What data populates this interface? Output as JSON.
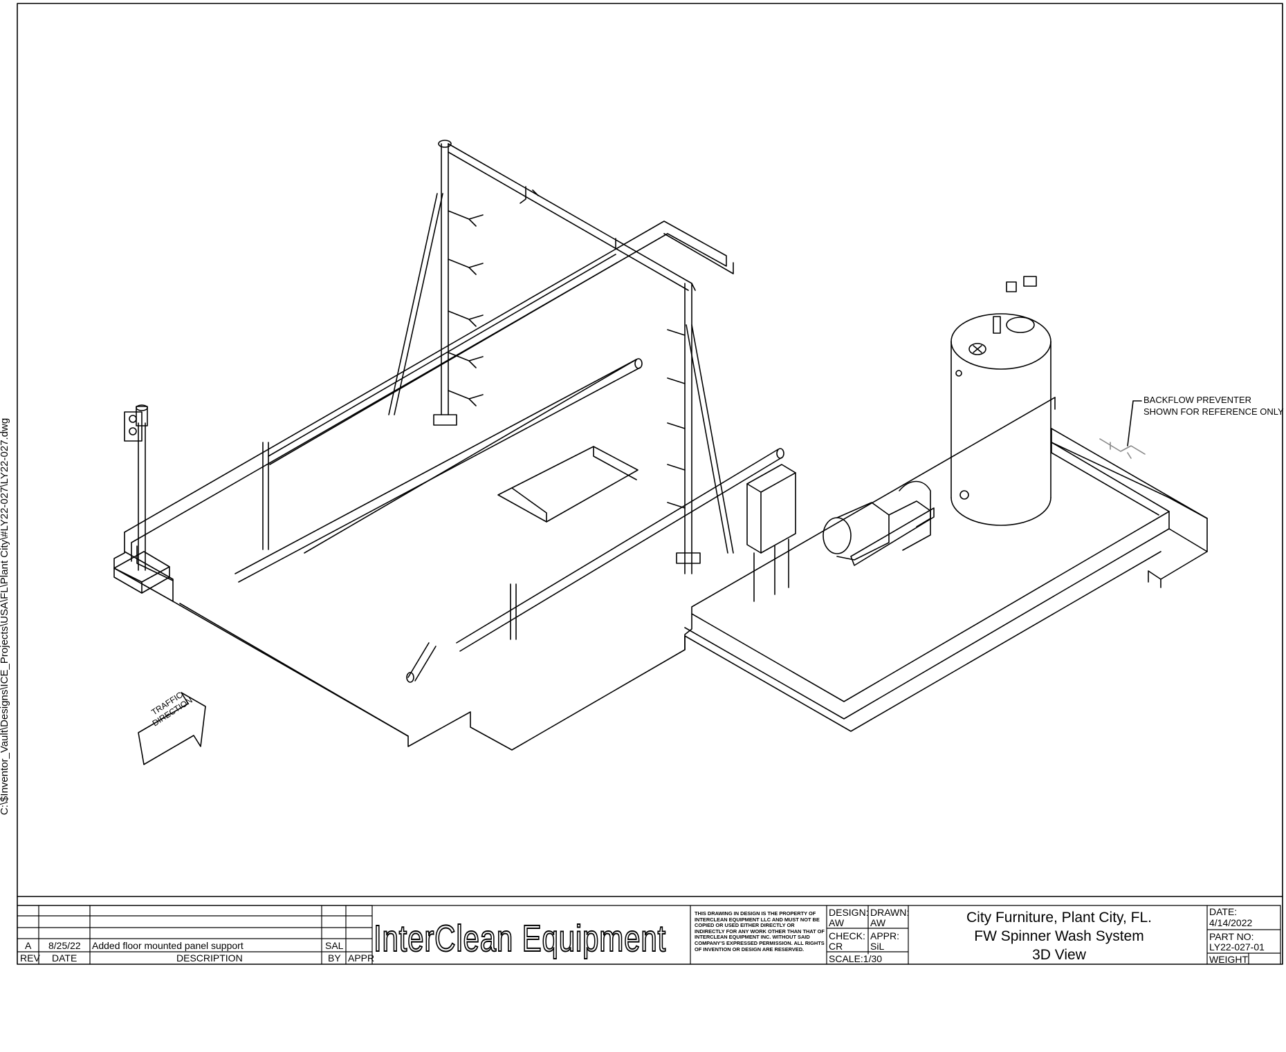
{
  "file_path": "C:\\$Inventor_Vault\\Designs\\ICE_Projects\\USA\\FL\\Plant City\\#LY22-027\\LY22-027.dwg",
  "note": {
    "line1": "BACKFLOW PREVENTER",
    "line2": "SHOWN FOR REFERENCE ONLY"
  },
  "traffic": {
    "line1": "TRAFFIC",
    "line2": "DIRECTION"
  },
  "revision": {
    "rev": "A",
    "date": "8/25/22",
    "description": "Added floor mounted panel support",
    "by": "SAL",
    "headers": {
      "rev": "REV",
      "date": "DATE",
      "description": "DESCRIPTION",
      "by": "BY",
      "appr": "APPR"
    }
  },
  "company": "InterClean Equipment",
  "legal": "THIS DRAWING IN DESIGN IS THE PROPERTY OF INTERCLEAN EQUIPMENT LLC AND MUST NOT BE COPIED OR USED EITHER DIRECTLY OR INDIRECTLY FOR ANY WORK OTHER THAN THAT OF INTERCLEAN EQUIPMENT INC. WITHOUT SAID COMPANY'S EXPRESSED PERMISSION. ALL RIGHTS OF INVENTION OR DESIGN ARE RESERVED.",
  "signoff": {
    "design_label": "DESIGN:",
    "design_value": "AW",
    "drawn_label": "DRAWN:",
    "drawn_value": "AW",
    "check_label": "CHECK:",
    "check_value": "CR",
    "appr_label": "APPR:",
    "appr_value": "SiL",
    "scale": "SCALE:1/30"
  },
  "project": {
    "line1": "City Furniture, Plant City, FL.",
    "line2": "FW Spinner Wash System",
    "line3": "3D View"
  },
  "meta": {
    "date_label": "DATE:",
    "date_value": "4/14/2022",
    "part_label": "PART NO:",
    "part_value": "LY22-027-01",
    "weight_label": "WEIGHT"
  }
}
